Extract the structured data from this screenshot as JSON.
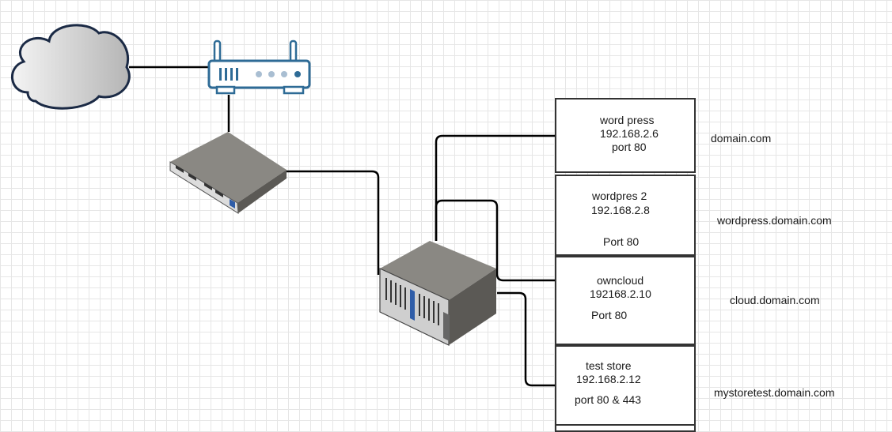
{
  "servers": [
    {
      "name": "word press",
      "ip": "192.168.2.6",
      "port": "port 80",
      "domain": "domain.com"
    },
    {
      "name": "wordpres 2",
      "ip": "192.168.2.8",
      "port": "Port 80",
      "domain": "wordpress.domain.com"
    },
    {
      "name": "owncloud",
      "ip": "192168.2.10",
      "port": "Port 80",
      "domain": "cloud.domain.com"
    },
    {
      "name": "test store",
      "ip": "192.168.2.12",
      "port": "port 80 & 443",
      "domain": "mystoretest.domain.com"
    }
  ],
  "icons": [
    "cloud-icon",
    "router-icon",
    "switch-icon",
    "server-icon"
  ],
  "colors": {
    "router": "#2e6b96",
    "hardware_top": "#8a8883",
    "hardware_side": "#5b5955",
    "line": "#000000",
    "box_border": "#333333"
  }
}
